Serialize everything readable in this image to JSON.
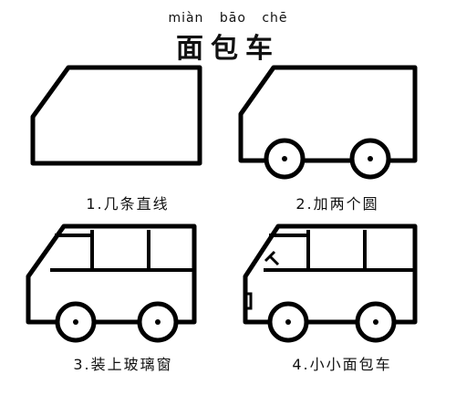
{
  "header": {
    "pinyin": [
      "miàn",
      "bāo",
      "chē"
    ],
    "title": "面包车"
  },
  "steps": [
    {
      "number": "1.",
      "caption": "几条直线"
    },
    {
      "number": "2.",
      "caption": "加两个圆"
    },
    {
      "number": "3.",
      "caption": "装上玻璃窗"
    },
    {
      "number": "4.",
      "caption": "小小面包车"
    }
  ],
  "colors": {
    "stroke": "#000000",
    "fill": "#ffffff"
  }
}
